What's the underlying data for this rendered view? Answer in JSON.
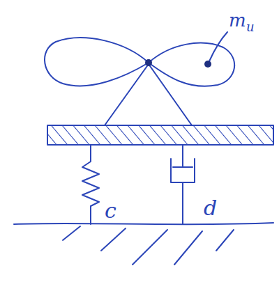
{
  "diagram": {
    "labels": [
      "m",
      "u",
      "c",
      "d"
    ]
  }
}
